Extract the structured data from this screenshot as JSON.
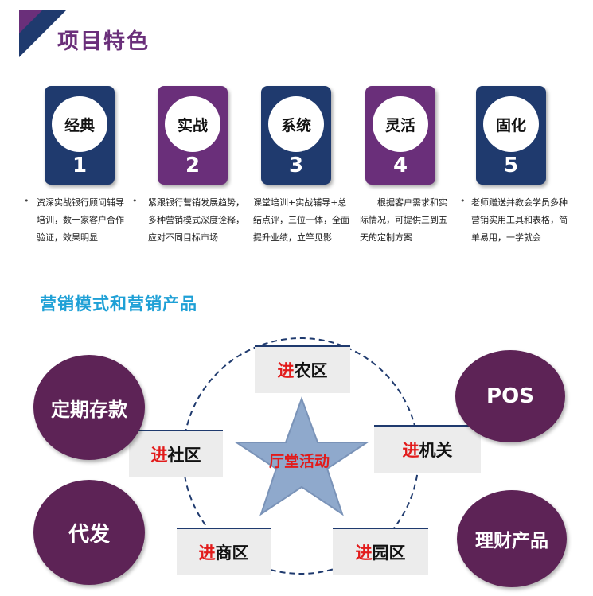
{
  "header": {
    "title": "项目特色"
  },
  "colors": {
    "purple": "#6a2f7a",
    "navy": "#1f3a6e",
    "product_purple": "#5d2356",
    "title_blue": "#1ea0d6",
    "accent_red": "#e21b1b"
  },
  "features": [
    {
      "title": "经典",
      "number": "1",
      "desc": "资深实战银行顾问辅导培训，数十家客户合作验证，效果明显"
    },
    {
      "title": "实战",
      "number": "2",
      "desc": "紧跟银行营销发展趋势，多种营销模式深度诠释，应对不同目标市场"
    },
    {
      "title": "系统",
      "number": "3",
      "desc": "课堂培训+实战辅导+总结点评，三位一体，全面提升业绩，立竿见影"
    },
    {
      "title": "灵活",
      "number": "4",
      "desc": "根据客户需求和实际情况，可提供三到五天的定制方案"
    },
    {
      "title": "固化",
      "number": "5",
      "desc": "老师赠送并教会学员多种营销实用工具和表格，简单易用，一学就会"
    }
  ],
  "diagram": {
    "title": "营销模式和营销产品",
    "center": "厅堂活动",
    "channels": [
      {
        "prefix": "进",
        "label": "农区"
      },
      {
        "prefix": "进",
        "label": "社区"
      },
      {
        "prefix": "进",
        "label": "机关"
      },
      {
        "prefix": "进",
        "label": "商区"
      },
      {
        "prefix": "进",
        "label": "园区"
      }
    ],
    "products": [
      "定期存款",
      "POS",
      "代发",
      "理财产品"
    ]
  }
}
